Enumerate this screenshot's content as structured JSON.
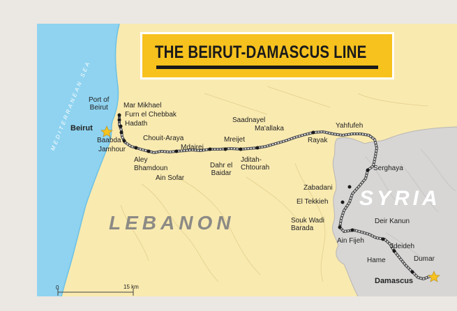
{
  "title": "THE BEIRUT-DAMASCUS LINE",
  "sea_name": "MEDITERRANEAN SEA",
  "countries": {
    "lebanon": "LEBANON",
    "syria": "SYRIA"
  },
  "scale": {
    "zero": "0",
    "distance": "15 km"
  },
  "colors": {
    "sea": "#8fd3f0",
    "lebanon": "#f9eab0",
    "syria": "#d7d6d5",
    "title_bg": "#f7c21e",
    "capital_star": "#f7c21e"
  },
  "places": {
    "port_of_beirut": "Port of\nBeirut",
    "mar_mikhael": "Mar Mikhael",
    "furn_el_chebbak": "Furn el Chebbak",
    "hadath": "Hadath",
    "beirut": "Beirut",
    "baabda": "Baabda",
    "jamhour": "Jamhour",
    "chouit_araya": "Chouit-Araya",
    "aley": "Aley",
    "bhamdoun": "Bhamdoun",
    "ain_sofar": "Ain Sofar",
    "mdairej": "Mdairej",
    "dahr_el_baidar": "Dahr el\nBaidar",
    "mreijet": "Mreijet",
    "jditah_chtourah": "Jditah-\nChtourah",
    "saadnayel": "Saadnayel",
    "maallaka": "Ma'allaka",
    "rayak": "Rayak",
    "yahfufeh": "Yahfufeh",
    "serghaya": "Serghaya",
    "zabadani": "Zabadani",
    "el_tekkieh": "El Tekkieh",
    "souk_wadi_barada": "Souk Wadi\nBarada",
    "deir_kanun": "Deir Kanun",
    "ain_fijeh": "Ain Fijeh",
    "jdeideh": "Jdeideh",
    "hame": "Hame",
    "dumar": "Dumar",
    "damascus": "Damascus"
  }
}
